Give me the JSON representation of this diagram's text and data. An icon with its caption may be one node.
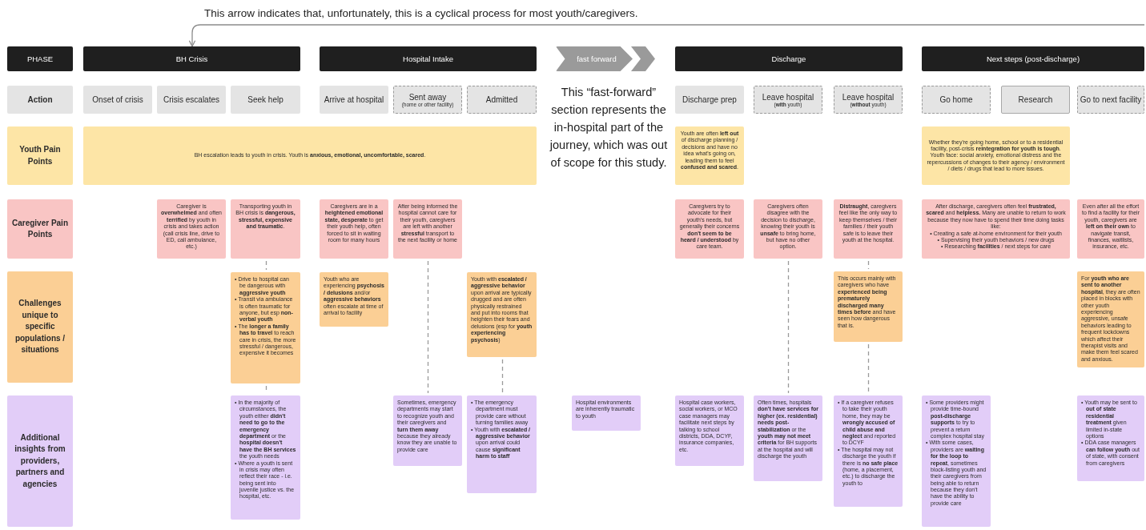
{
  "diagram": {
    "nodes": [
      {
        "text": [
          "PHASE"
        ]
      },
      {
        "text": [
          "BH Crisis"
        ]
      },
      {
        "text": [
          "Hospital Intake"
        ]
      },
      {
        "text": [
          "fast forward"
        ]
      },
      {
        "text": [
          "Discharge"
        ]
      },
      {
        "text": [
          "Next steps (post-discharge)"
        ]
      },
      {
        "text": [
          "Action"
        ]
      },
      {
        "text": [
          "Onset of crisis"
        ]
      },
      {
        "text": [
          "Crisis escalates"
        ]
      },
      {
        "text": [
          "Seek help"
        ]
      },
      {
        "text": [
          "Arrive at hospital"
        ]
      },
      {
        "text": [
          "Sent away",
          "(home or other facility)"
        ]
      },
      {
        "text": [
          "Admitted"
        ]
      },
      {
        "text": [
          "Discharge prep"
        ]
      },
      {
        "text": [
          "Leave hospital",
          "(**with** youth)"
        ]
      },
      {
        "text": [
          "Leave hospital",
          "(**without** youth)"
        ]
      },
      {
        "text": [
          "Go home"
        ]
      },
      {
        "text": [
          "Research"
        ]
      },
      {
        "text": [
          "Go to next facility"
        ]
      },
      {
        "text": [
          "Youth Pain Points"
        ]
      },
      {
        "text": [
          "BH escalation leads to youth in crisis. Youth is **anxious, emotional, uncomfortable, scared**."
        ]
      },
      {
        "text": [
          "Youth are often **left out** of discharge planning / decisions and have no idea what's going on, leading them to feel **confused and scared**."
        ]
      },
      {
        "text": [
          "Whether they're going home, school or to a residential facility, post-crisis **reintegration for youth is tough**. Youth face: social anxiety, emotional distress and the repercussions of changes to their agency / environment / diets / drugs that lead to more issues."
        ]
      },
      {
        "text": [
          "Caregiver Pain Points"
        ]
      },
      {
        "text": [
          "Caregiver is **overwhelmed** and often **terrified** by youth in crisis and takes action (call crisis line, drive to ED, call ambulance, etc.)"
        ]
      },
      {
        "text": [
          "Transporting youth in BH crisis is **dangerous, stressful, expensive and traumatic**."
        ]
      },
      {
        "text": [
          "Caregivers are in a **heightened emotional state, desperate** to get their youth help, often forced to sit in waiting room for many hours"
        ]
      },
      {
        "text": [
          "After being informed the hospital cannot care for their youth, caregivers are left with another **stressful** transport to the next facility or home"
        ]
      },
      {
        "text": [
          "Caregivers try to advocate for their youth's needs, but generally their concerns **don't seem to be heard / understood** by care team."
        ]
      },
      {
        "text": [
          "Caregivers often disagree with the decision to discharge, knowing their youth is **unsafe** to bring home, but have no other option."
        ]
      },
      {
        "text": [
          "**Distraught**, caregivers feel like the only way to keep themselves / their families / their youth safe is to leave their youth at the hospital."
        ]
      },
      {
        "text": [
          "After discharge, caregivers often feel **frustrated, scared** and **helpless.** Many are unable to return to work because they now have to spend their time doing tasks like:",
          "• Creating a safe at-home environment for their youth",
          "• Supervising their youth behaviors / new drugs",
          "• Researching **facilities** / next steps for care"
        ]
      },
      {
        "text": [
          "Even after all the effort to find a facility for their youth, caregivers are **left on their own** to navigate transit, finances, waitlists, insurance, etc."
        ]
      },
      {
        "text": [
          "Challenges unique to specific populations / situations"
        ]
      },
      {
        "text": [
          "• Drive to hospital can be dangerous with **aggressive youth**",
          "• Transit via ambulance is often traumatic for anyone, but esp **non-verbal youth**",
          "• The **longer a family has to travel** to reach care in crisis, the more stressful / dangerous, expensive it becomes"
        ]
      },
      {
        "text": [
          "Youth who are experiencing **psychosis / delusions** and/or **aggressive behaviors** often escalate at time of arrival to facility"
        ]
      },
      {
        "text": [
          "Youth with **escalated / aggressive behavior** upon arrival are typically drugged and are often physically restrained and put into rooms that heighten their fears and delusions (esp for **youth experiencing psychosis**)"
        ]
      },
      {
        "text": [
          "This occurs mainly with caregivers who have **experienced being prematurely discharged many times before** and have seen how dangerous that is."
        ]
      },
      {
        "text": [
          "For **youth who are sent to another hospital**, they are often placed in blocks with other youth experiencing aggressive, unsafe behaviors leading to frequent lockdowns which affect their therapist visits and make them feel scared and anxious."
        ]
      },
      {
        "text": [
          "Additional insights from providers, partners and agencies"
        ]
      },
      {
        "text": [
          "• In the majority of circumstances, the youth either **didn't need to go to the emergency department** or the **hospital doesn't have the BH services** the youth needs",
          "• Where a youth is sent in crisis may often reflect their race - i.e. being sent into juvenile justice vs. the hospital, etc."
        ]
      },
      {
        "text": [
          "Sometimes, emergency departments may start to recognize youth and their caregivers and **turn them away** because they already know they are unable to provide care"
        ]
      },
      {
        "text": [
          "• The emergency department must provide care without turning families away",
          "• Youth with **escalated / aggressive behavior** upon arrival could cause **significant harm to staff**"
        ]
      },
      {
        "text": [
          "Hospital environments are inherently traumatic to youth"
        ]
      },
      {
        "text": [
          "Hospital case workers, social workers, or MCO case managers may facilitate next steps by talking to school districts, DDA, DCYF, insurance companies, etc."
        ]
      },
      {
        "text": [
          "Often times, hospitals **don't have services for higher (ex. residential) needs post-stabilization** or the **youth may not meet criteria** for BH supports at the hospital and will discharge the youth"
        ]
      },
      {
        "text": [
          "• If a caregiver refuses to take their youth home, they may be **wrongly accused of child abuse and neglect** and reported to DCYF",
          "• The hospital may not discharge the youth if there is **no safe place** (home, a placement, etc.) to discharge the youth to"
        ]
      },
      {
        "text": [
          "• Some providers might provide time-bound **post-discharge supports** to try to prevent a return complex hospital stay",
          "• With some cases, providers are **waiting for the loop to repeat**, sometimes block-listing youth and their caregivers from being able to return because they don't have the ability to provide care"
        ]
      },
      {
        "text": [
          "• Youth may be sent to **out of state residential treatment** given limited in-state options",
          "• DDA case managers **can follow youth** out of state, with consent from caregivers"
        ]
      }
    ],
    "edges": [
      {
        "from": null,
        "to": 1,
        "arrow": "to",
        "color": "#8c8c8c"
      },
      {
        "from": 25,
        "to": 34,
        "arrow": "none",
        "style": "dashed"
      },
      {
        "from": 34,
        "to": 40,
        "arrow": "none",
        "style": "dashed"
      },
      {
        "from": 27,
        "to": 41,
        "arrow": "none",
        "style": "dashed"
      },
      {
        "from": 36,
        "to": 42,
        "arrow": "none",
        "style": "dashed"
      },
      {
        "from": 29,
        "to": 45,
        "arrow": "none",
        "style": "dashed"
      },
      {
        "from": 30,
        "to": 37,
        "arrow": "none",
        "style": "dashed"
      },
      {
        "from": 37,
        "to": 46,
        "arrow": "none",
        "style": "dashed"
      }
    ],
    "labels": [
      "This arrow indicates that, unfortunately, this is a cyclical process for most youth/caregivers.",
      "This “fast-forward” section represents the in-hospital part of the journey, which was out of scope for this study."
    ]
  }
}
